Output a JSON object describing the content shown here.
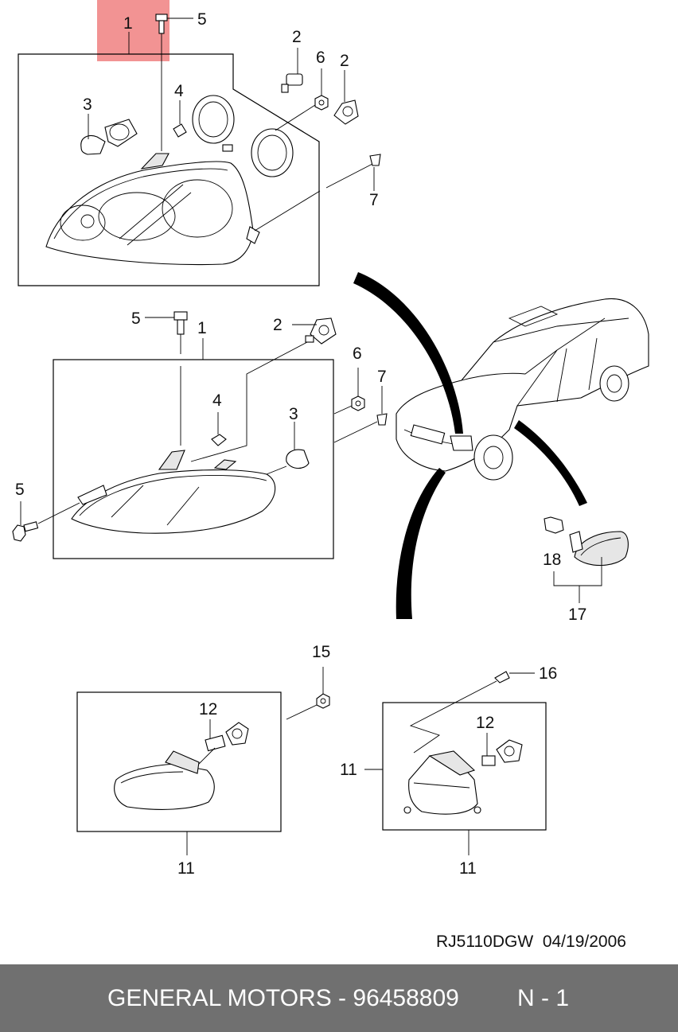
{
  "highlight": {
    "color": "#f08080",
    "opacity": 0.85
  },
  "callouts": {
    "top_1": "1",
    "top_5": "5",
    "top_2a": "2",
    "top_6": "6",
    "top_2b": "2",
    "top_3": "3",
    "top_4": "4",
    "top_7": "7",
    "mid_5a": "5",
    "mid_1": "1",
    "mid_2": "2",
    "mid_6": "6",
    "mid_7": "7",
    "mid_4": "4",
    "mid_3": "3",
    "mid_5b": "5",
    "side_18": "18",
    "side_17": "17",
    "fog_15": "15",
    "fog_16": "16",
    "fog_12a": "12",
    "fog_12b": "12",
    "fog_11a": "11",
    "fog_11b": "11",
    "fog_11c": "11"
  },
  "reference": {
    "code": "RJ5110DGW",
    "date": "04/19/2006"
  },
  "footer": {
    "background": "#707070",
    "brand_part": "GENERAL MOTORS - 96458809",
    "page": "N - 1"
  }
}
